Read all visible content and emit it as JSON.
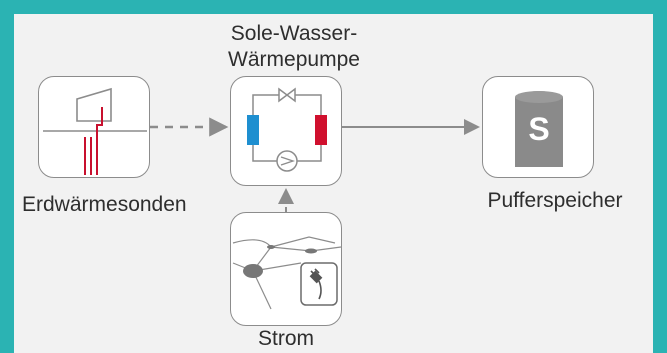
{
  "nodes": {
    "ground_probes": {
      "label": "Erdwärmesonden"
    },
    "heat_pump": {
      "label_line1": "Sole-Wasser-",
      "label_line2": "Wärmepumpe"
    },
    "buffer_tank": {
      "label": "Pufferspeicher",
      "tank_letter": "S"
    },
    "power": {
      "label": "Strom"
    }
  },
  "colors": {
    "frame": "#2bb3b3",
    "background": "#f2f2f2",
    "outline": "#8c8c8c",
    "drill_lines": "#c8102e",
    "cold_exchanger": "#1e8fd0",
    "hot_exchanger": "#d0102e",
    "tank": "#8a8a8a"
  }
}
